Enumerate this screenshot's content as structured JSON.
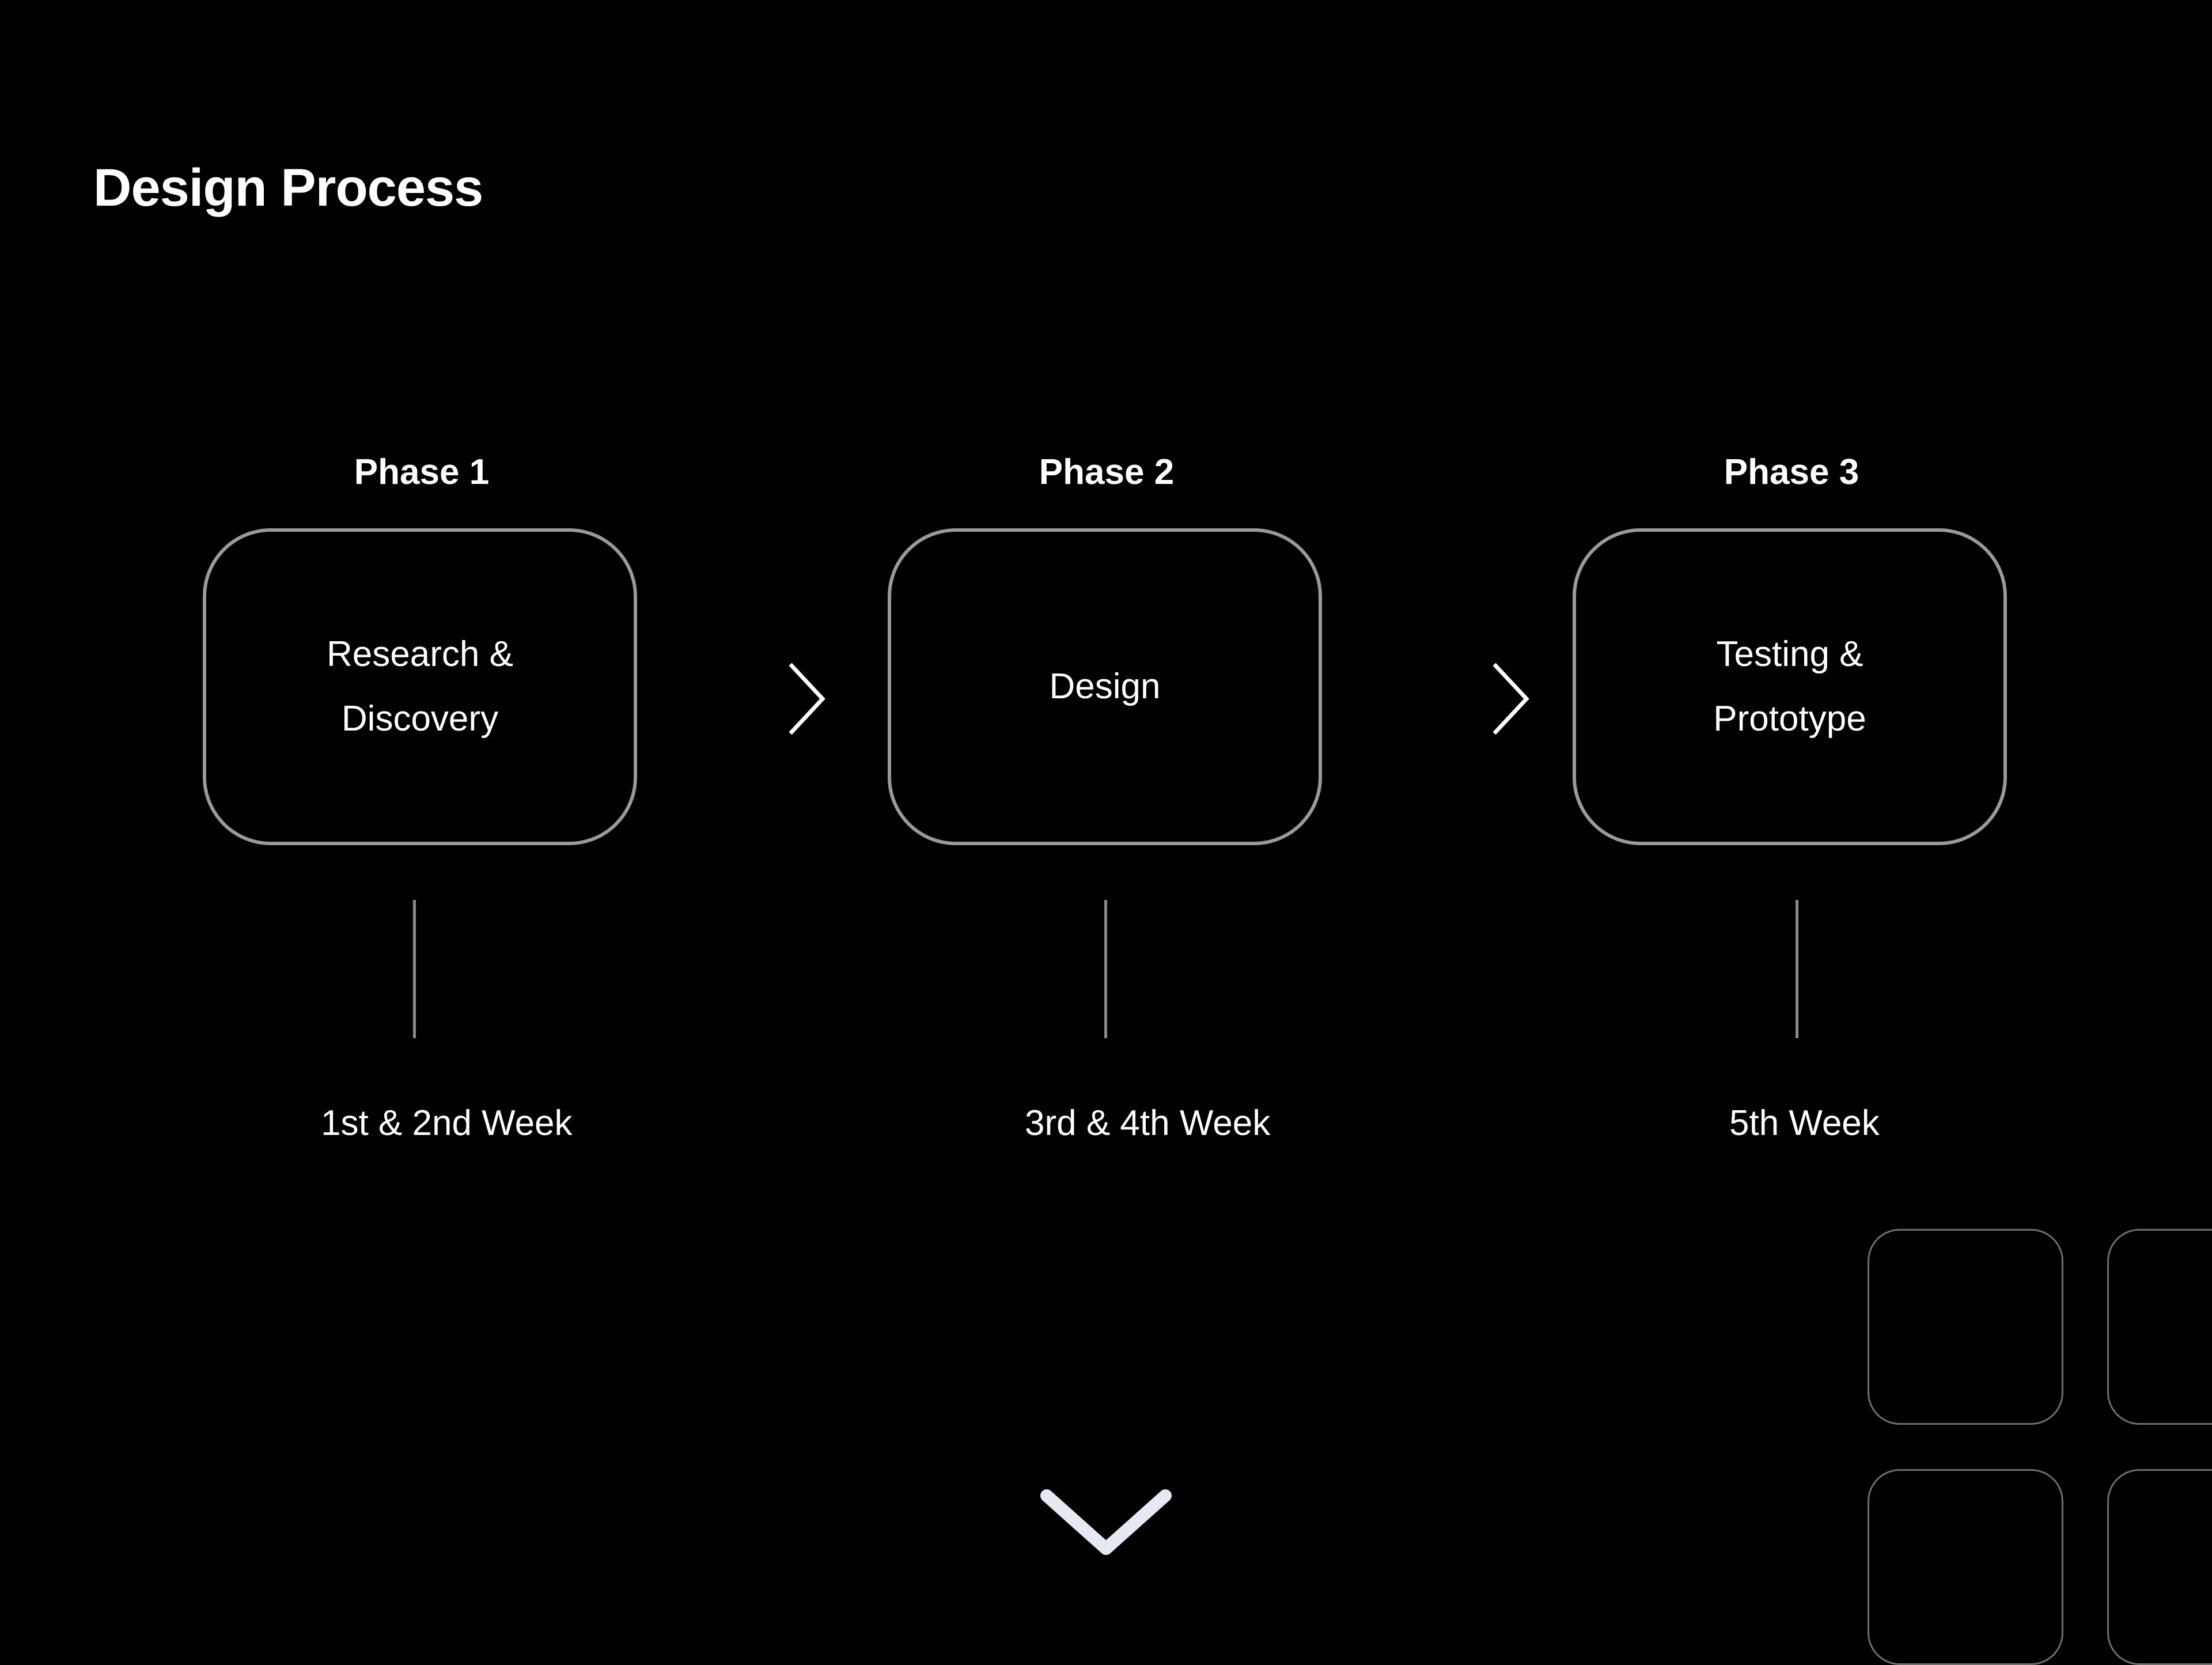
{
  "title": "Design Process",
  "phases": [
    {
      "label": "Phase 1",
      "box_lines": [
        "Research &",
        "Discovery"
      ],
      "week": "1st & 2nd Week"
    },
    {
      "label": "Phase 2",
      "box_lines": [
        "Design"
      ],
      "week": "3rd & 4th Week"
    },
    {
      "label": "Phase 3",
      "box_lines": [
        "Testing &",
        "Prototype"
      ],
      "week": "5th Week"
    }
  ],
  "colors": {
    "background": "#000000",
    "text": "#ffffff",
    "box_border": "#9a9a9a",
    "connector": "#8a8a8a",
    "arrow": "#ffffff"
  },
  "icons": [
    "arrow-right-icon",
    "arrow-down-icon"
  ]
}
